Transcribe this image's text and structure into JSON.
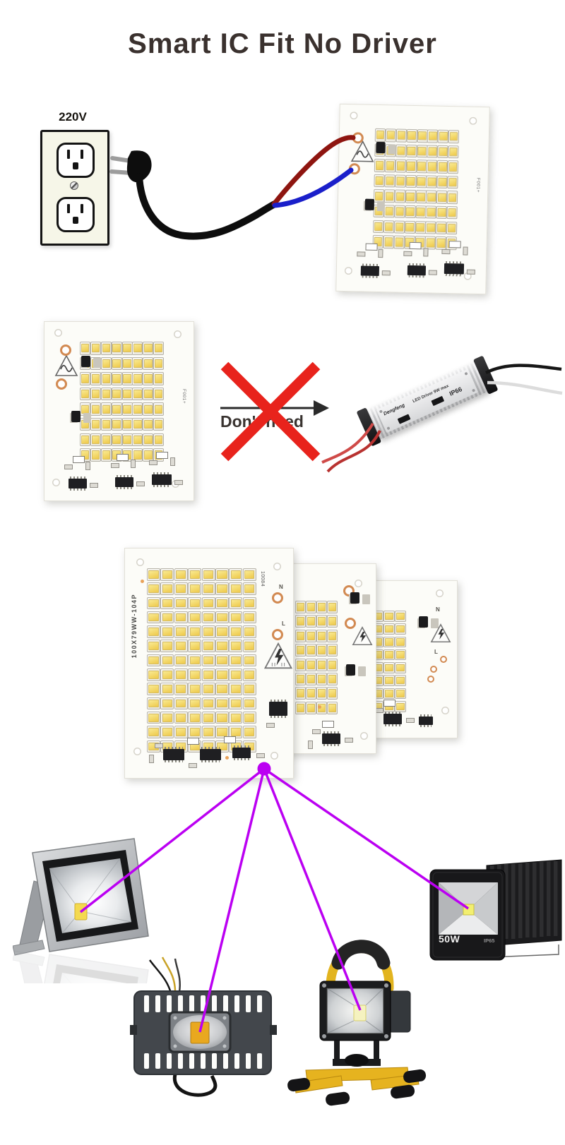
{
  "title": "Smart IC Fit No Driver",
  "power_section": {
    "outlet_label": "220V"
  },
  "no_driver_section": {
    "dont_need_label": "Don't need",
    "driver": {
      "brand": "Dengfeng",
      "product": "LED Driver 9W max",
      "rating": "IP66"
    }
  },
  "boards": {
    "smd_8x8_a": {
      "cols": 8,
      "rows": 8,
      "side_code": "F001+"
    },
    "smd_8x8_b": {
      "cols": 8,
      "rows": 8,
      "side_code": "F001+"
    },
    "smd_8x13": {
      "cols": 8,
      "rows": 13,
      "model_label": "100X79WW-104P",
      "code_label": "10084",
      "terminal_neutral": "N",
      "terminal_live": "L"
    },
    "smd_4x8": {
      "cols": 4,
      "rows": 8
    },
    "smd_3x8": {
      "cols": 3,
      "rows": 8,
      "terminal_neutral": "N",
      "terminal_live": "L"
    }
  },
  "floodlights": {
    "slim_black": {
      "power_label": "50W",
      "ip_label": "IP65"
    }
  },
  "colors": {
    "accent_purple": "#bb00f2",
    "cross_red": "#e8231c",
    "wire_red": "#8e1510",
    "wire_blue": "#1a1fca",
    "led_yellow": "#f0d04e"
  }
}
